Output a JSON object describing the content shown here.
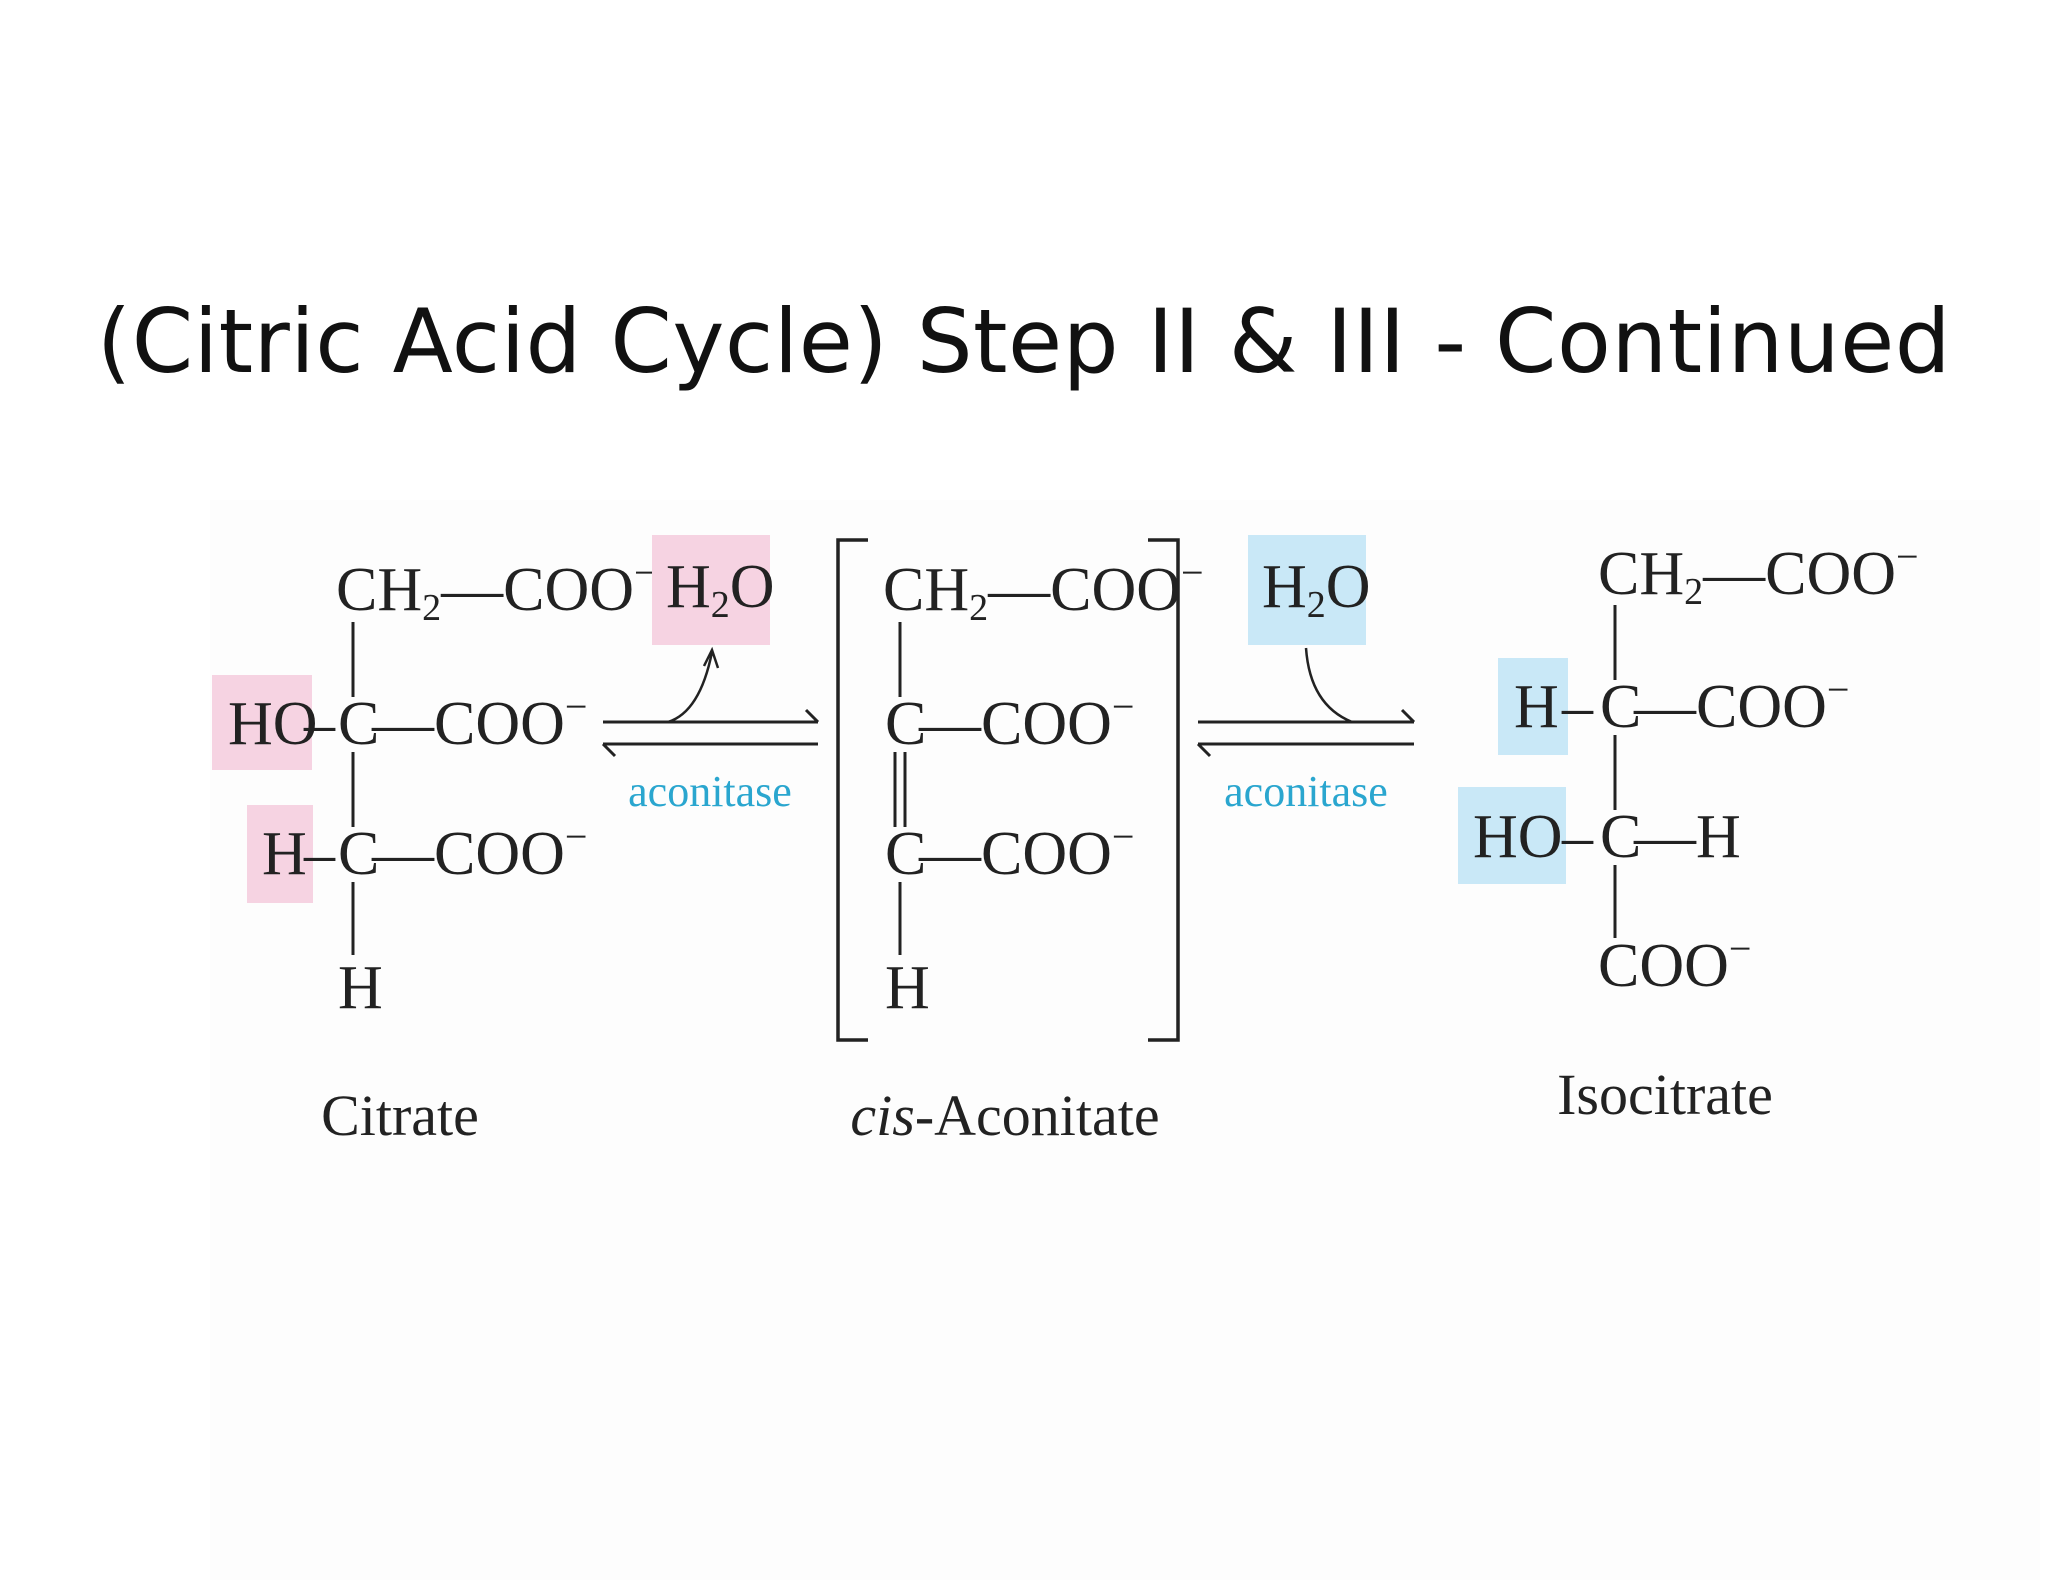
{
  "title": "(Citric Acid Cycle) Step II & III - Continued",
  "colors": {
    "pink_highlight": "#f6d3e2",
    "blue_highlight": "#c9e8f7",
    "enzyme_text": "#2aa6cf",
    "structure_text": "#222222"
  },
  "citrate": {
    "row1_group": "CH",
    "row1_sub": "2",
    "row1_tail": "COO",
    "row2_left": "HO",
    "row2_center": "C",
    "row2_tail": "COO",
    "row3_left": "H",
    "row3_center": "C",
    "row3_tail": "COO",
    "row4": "H",
    "charge": "−",
    "name": "Citrate"
  },
  "water1": {
    "main": "H",
    "sub": "2",
    "tail": "O"
  },
  "enzyme1": "aconitase",
  "cis_aconitate": {
    "row1_group": "CH",
    "row1_sub": "2",
    "row1_tail": "COO",
    "row2_center": "C",
    "row2_tail": "COO",
    "row3_center": "C",
    "row3_tail": "COO",
    "row4": "H",
    "charge": "−",
    "name_italic": "cis",
    "name_rest": "-Aconitate"
  },
  "water2": {
    "main": "H",
    "sub": "2",
    "tail": "O"
  },
  "enzyme2": "aconitase",
  "isocitrate": {
    "row1_group": "CH",
    "row1_sub": "2",
    "row1_tail": "COO",
    "row2_left": "H",
    "row2_center": "C",
    "row2_tail": "COO",
    "row3_left": "HO",
    "row3_center": "C",
    "row3_right": "H",
    "row4": "COO",
    "charge": "−",
    "name": "Isocitrate"
  }
}
